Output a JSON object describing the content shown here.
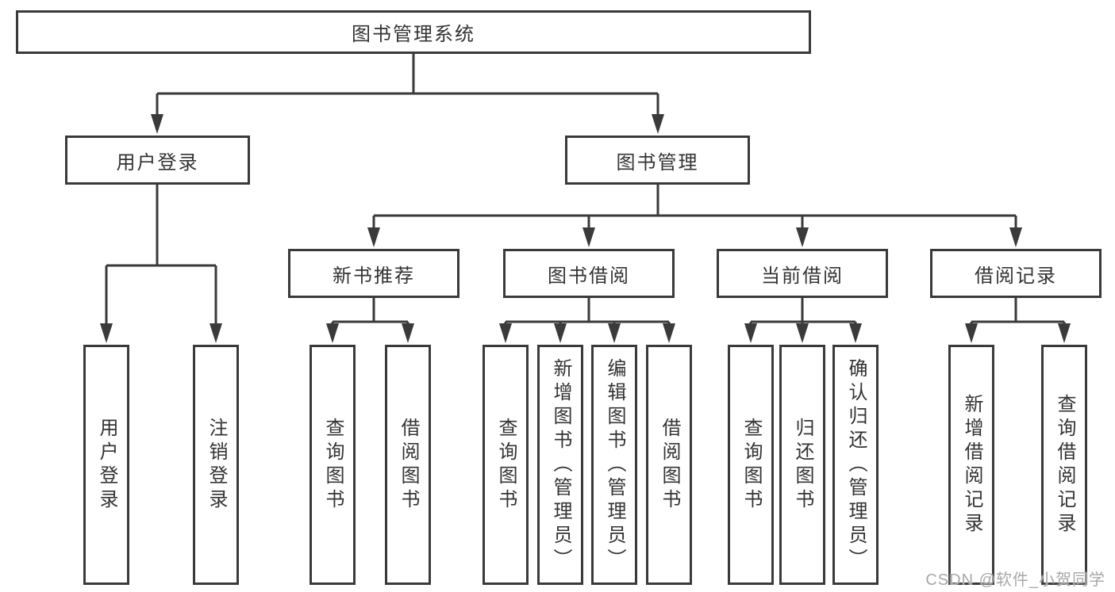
{
  "tree": {
    "root": "图书管理系统",
    "branches": [
      {
        "label": "用户登录",
        "children": [
          "用户登录",
          "注销登录"
        ]
      },
      {
        "label": "图书管理",
        "children": [
          {
            "label": "新书推荐",
            "children": [
              "查询图书",
              "借阅图书"
            ]
          },
          {
            "label": "图书借阅",
            "children": [
              "查询图书",
              "新增图书（管理员）",
              "编辑图书（管理员）",
              "借阅图书"
            ]
          },
          {
            "label": "当前借阅",
            "children": [
              "查询图书",
              "归还图书",
              "确认归还（管理员）"
            ]
          },
          {
            "label": "借阅记录",
            "children": [
              "新增借阅记录",
              "查询借阅记录"
            ]
          }
        ]
      }
    ]
  },
  "watermark": "CSDN @软件_小贺同学",
  "colors": {
    "line": "#3a3a3a",
    "text": "#333333",
    "box_background": "#ffffff",
    "watermark": "#a8a8a8",
    "page_background": "#ffffff"
  }
}
